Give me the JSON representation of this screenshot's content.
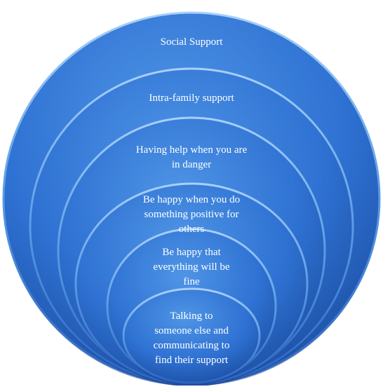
{
  "diagram": {
    "levels": [
      {
        "label": "Social Support"
      },
      {
        "label": "Intra-family support"
      },
      {
        "label": "Having help when you are\nin danger"
      },
      {
        "label": "Be happy when you do\nsomething positive for\nothers"
      },
      {
        "label": "Be happy that\neverything will be\nfine"
      },
      {
        "label": "Talking to\nsomeone else and\ncommunicating to\nfind their support"
      }
    ],
    "colors": {
      "fill_light": "#4a8fe3",
      "fill_mid": "#2e6fcf",
      "fill_dark": "#1d52a8",
      "rim_light": "#8ec0f5",
      "text": "#ffffff"
    }
  }
}
